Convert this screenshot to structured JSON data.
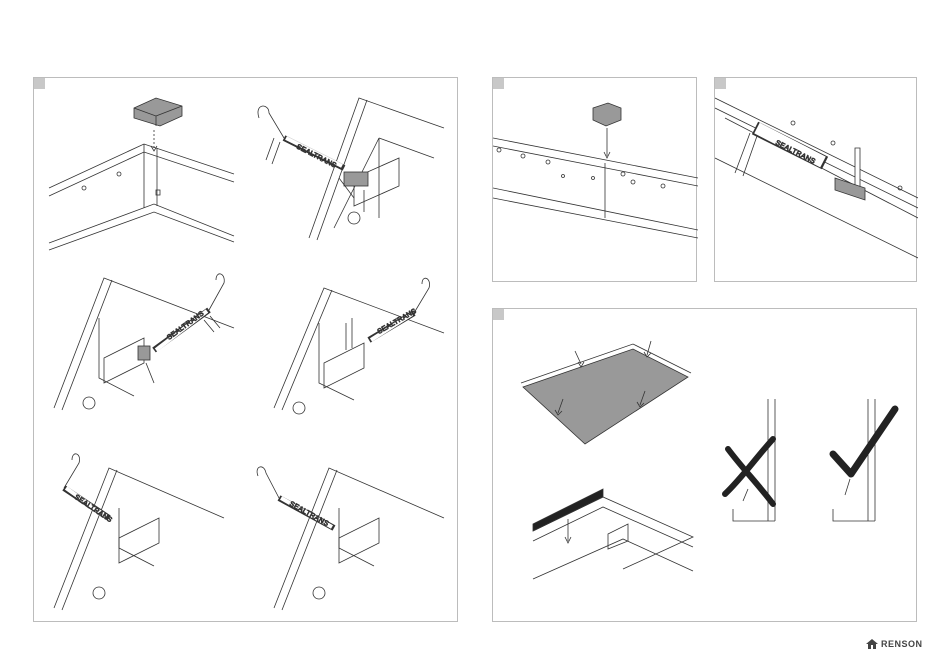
{
  "step_tags": [
    "step-1",
    "step-2",
    "step-3",
    "step-4"
  ],
  "sealant_label": "SEALTRANS",
  "brand": "RENSON",
  "colors": {
    "line": "#333333",
    "tag": "#c8c8c8",
    "border": "#bcbcbc",
    "membrane": "#999999",
    "strip": "#222222"
  },
  "icons": [
    "x-mark-icon",
    "check-mark-icon",
    "renson-house-icon"
  ]
}
